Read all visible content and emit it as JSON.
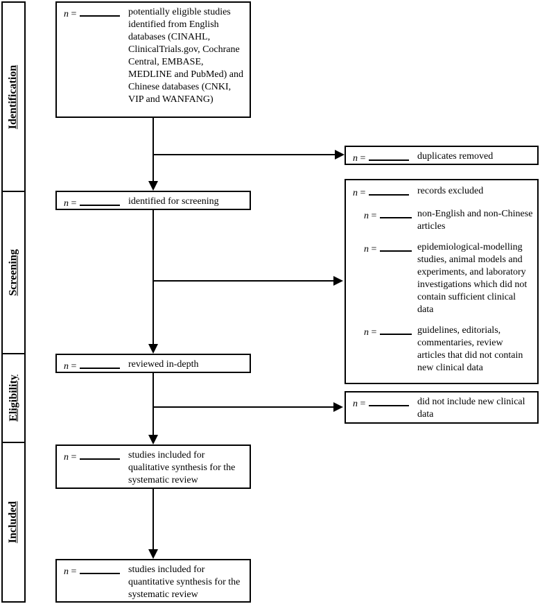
{
  "colors": {
    "line": "#000000",
    "background": "#ffffff",
    "text": "#000000"
  },
  "sidebar": {
    "stages": [
      {
        "label": "Identification"
      },
      {
        "label": "Screening"
      },
      {
        "label": "Eligibility"
      },
      {
        "label": "Included"
      }
    ]
  },
  "flow": {
    "n_var": "n",
    "equals_sign": "=",
    "main_boxes": [
      {
        "id": "eligible",
        "text": "potentially eligible studies identified from English databases (CINAHL, ClinicalTrials.gov, Cochrane Central, EMBASE, MEDLINE and PubMed) and Chinese databases (CNKI, VIP and WANFANG)"
      },
      {
        "id": "screening",
        "text": "identified for screening"
      },
      {
        "id": "reviewed",
        "text": "reviewed in-depth"
      },
      {
        "id": "qualitative",
        "text": "studies included for qualitative synthesis for the systematic review"
      },
      {
        "id": "quantitative",
        "text": "studies included for quantitative synthesis for the systematic review"
      }
    ],
    "side_boxes": [
      {
        "id": "duplicates",
        "text": "duplicates removed"
      },
      {
        "id": "records-excluded",
        "text": "records excluded",
        "sub_items": [
          {
            "text": "non-English and non-Chinese articles"
          },
          {
            "text": "epidemiological-modelling studies, animal models and experiments, and laboratory investigations which did not contain sufficient clinical data"
          },
          {
            "text": "guidelines, editorials, commentaries, review articles that did not contain new clinical data"
          }
        ]
      },
      {
        "id": "no-new-clinical-data",
        "text": "did not include new clinical data"
      }
    ]
  }
}
